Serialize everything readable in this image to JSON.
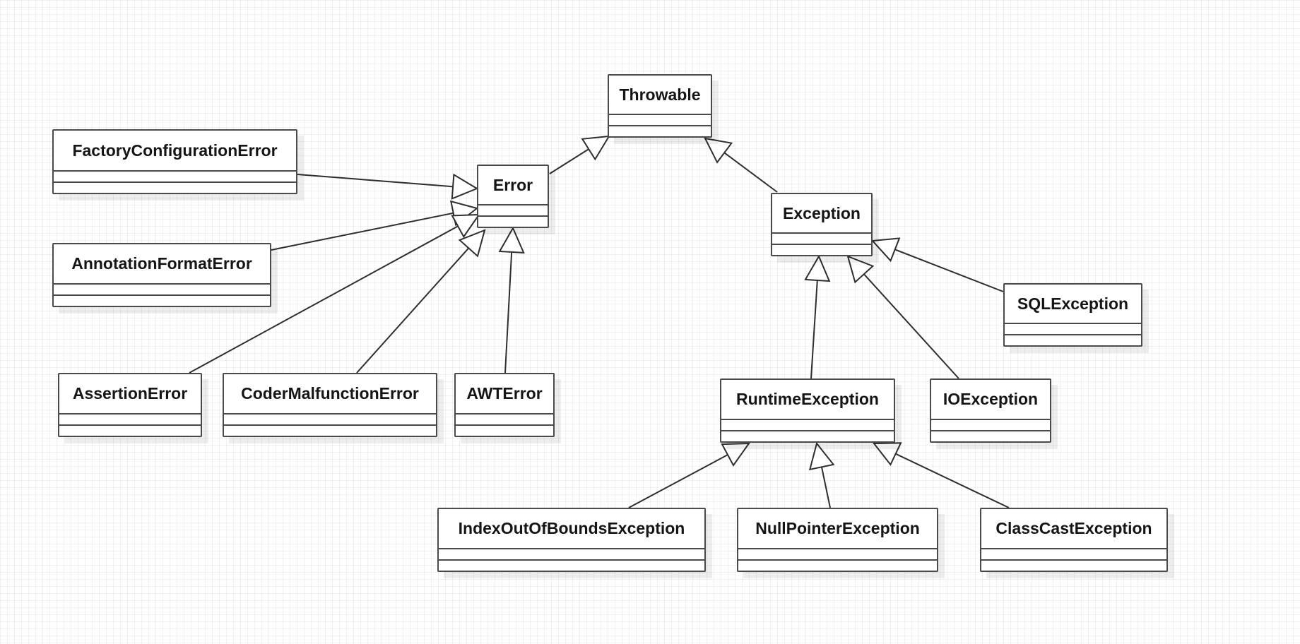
{
  "diagram": {
    "classes": [
      {
        "id": "throwable",
        "name": "Throwable"
      },
      {
        "id": "error",
        "name": "Error"
      },
      {
        "id": "exception",
        "name": "Exception"
      },
      {
        "id": "factory",
        "name": "FactoryConfigurationError"
      },
      {
        "id": "annotation",
        "name": "AnnotationFormatError"
      },
      {
        "id": "assertion",
        "name": "AssertionError"
      },
      {
        "id": "coder",
        "name": "CoderMalfunctionError"
      },
      {
        "id": "awt",
        "name": "AWTError"
      },
      {
        "id": "runtime",
        "name": "RuntimeException"
      },
      {
        "id": "ioexception",
        "name": "IOException"
      },
      {
        "id": "sql",
        "name": "SQLException"
      },
      {
        "id": "indexoob",
        "name": "IndexOutOfBoundsException"
      },
      {
        "id": "nullpointer",
        "name": "NullPointerException"
      },
      {
        "id": "classcast",
        "name": "ClassCastException"
      }
    ],
    "relationships": [
      {
        "from": "error",
        "to": "throwable",
        "type": "generalization"
      },
      {
        "from": "exception",
        "to": "throwable",
        "type": "generalization"
      },
      {
        "from": "factory",
        "to": "error",
        "type": "generalization"
      },
      {
        "from": "annotation",
        "to": "error",
        "type": "generalization"
      },
      {
        "from": "assertion",
        "to": "error",
        "type": "generalization"
      },
      {
        "from": "coder",
        "to": "error",
        "type": "generalization"
      },
      {
        "from": "awt",
        "to": "error",
        "type": "generalization"
      },
      {
        "from": "runtime",
        "to": "exception",
        "type": "generalization"
      },
      {
        "from": "ioexception",
        "to": "exception",
        "type": "generalization"
      },
      {
        "from": "sql",
        "to": "exception",
        "type": "generalization"
      },
      {
        "from": "indexoob",
        "to": "runtime",
        "type": "generalization"
      },
      {
        "from": "nullpointer",
        "to": "runtime",
        "type": "generalization"
      },
      {
        "from": "classcast",
        "to": "runtime",
        "type": "generalization"
      }
    ]
  }
}
